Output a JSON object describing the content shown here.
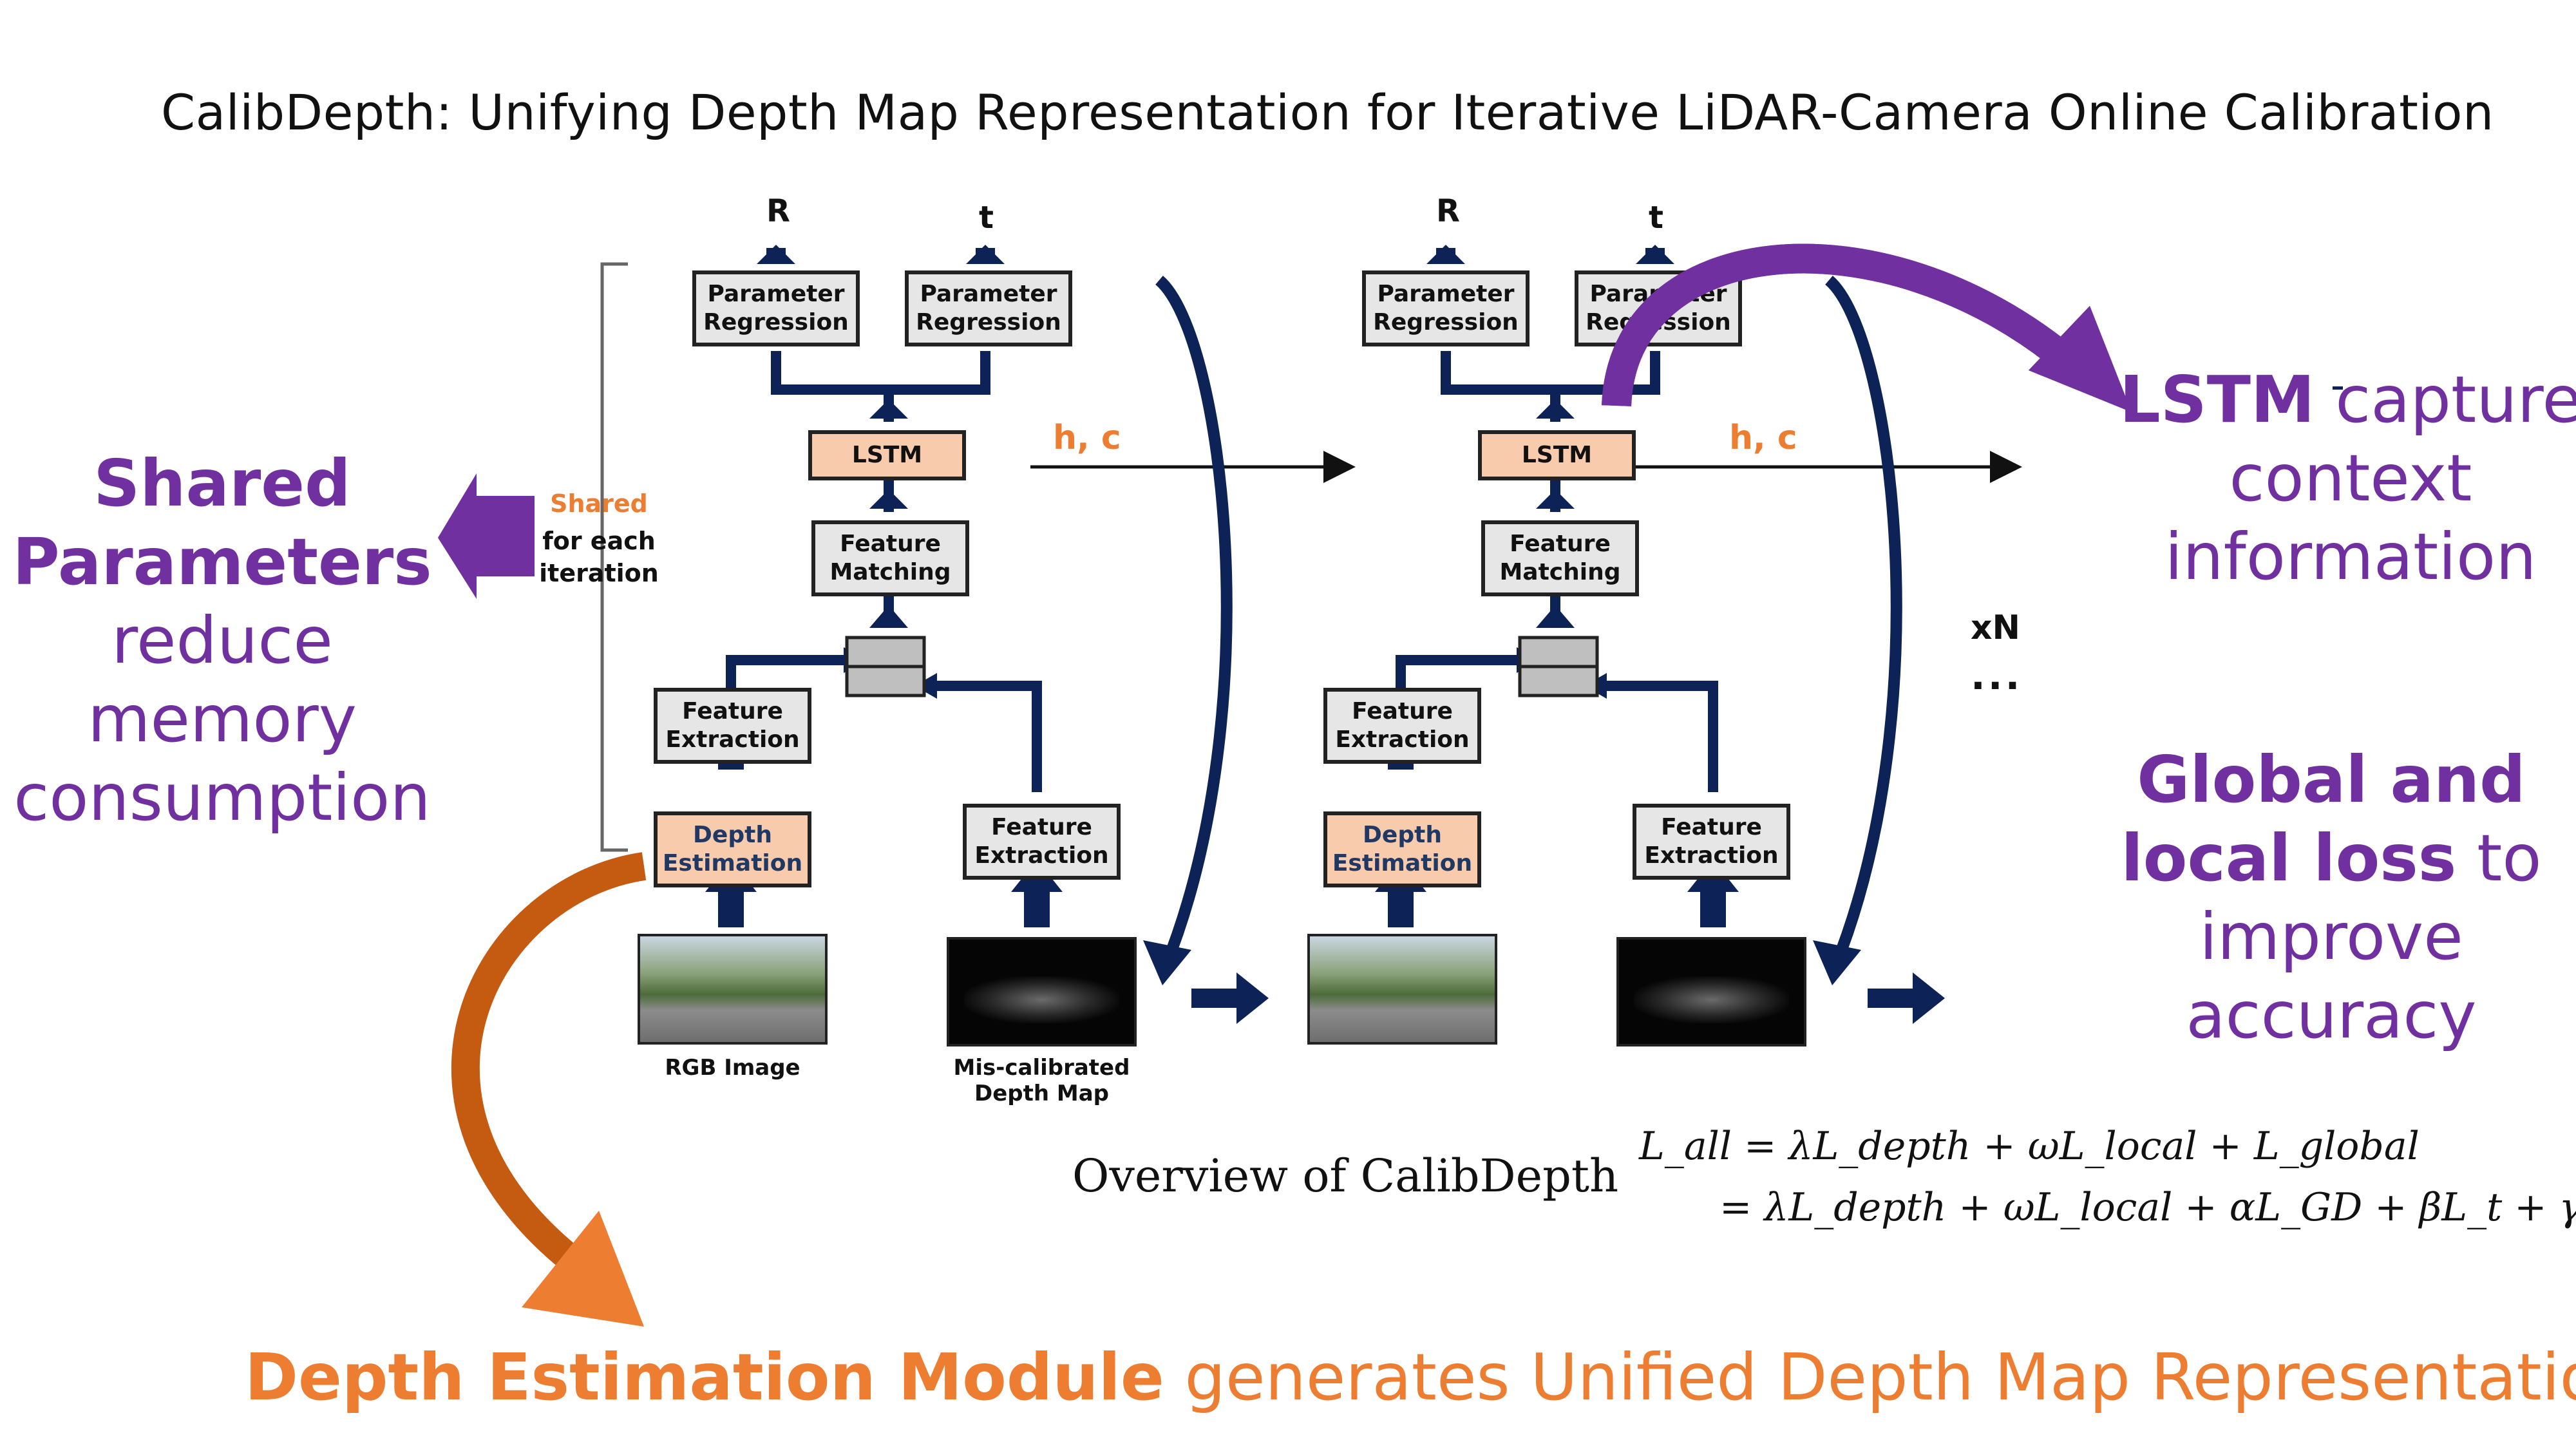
{
  "title": "CalibDepth: Unifying Depth Map Representation for Iterative LiDAR-Camera Online Calibration",
  "callouts": {
    "shared_bold_1": "Shared",
    "shared_bold_2": "Parameters",
    "shared_rest_1": "reduce",
    "shared_rest_2": "memory",
    "shared_rest_3": "consumption",
    "lstm_bold": "LSTM",
    "lstm_rest_1": "capture",
    "lstm_rest_2": "context",
    "lstm_rest_3": "information",
    "loss_bold_1": "Global and",
    "loss_bold_2": "local loss",
    "loss_rest_1": "to",
    "loss_rest_2": "improve",
    "loss_rest_3": "accuracy",
    "depth_bold": "Depth Estimation Module",
    "depth_rest": "generates Unified Depth Map Representation"
  },
  "diagram": {
    "output_r": "R",
    "output_t": "t",
    "param_regression": "Parameter Regression",
    "lstm": "LSTM",
    "feature_matching": "Feature Matching",
    "feature_extraction": "Feature Extraction",
    "depth_estimation": "Depth Estimation",
    "hidden_state": "h, c",
    "shared_word": "Shared",
    "for_each_iteration": "for each iteration",
    "rgb_image": "RGB Image",
    "miscalibrated_depth_map": "Mis-calibrated Depth Map",
    "repeat": "xN",
    "ellipsis": "...",
    "caption": "Overview of CalibDepth"
  },
  "formula": {
    "line1": "L_all = λL_depth + ωL_local + L_global",
    "line2": "= λL_depth + ωL_local + αL_GD + βL_t + γL_CD"
  },
  "colors": {
    "purple": "#7030a0",
    "orange": "#ed7d31",
    "navy": "#0d2357",
    "peach": "#f8cbad",
    "box_gray": "#e6e6e6"
  }
}
